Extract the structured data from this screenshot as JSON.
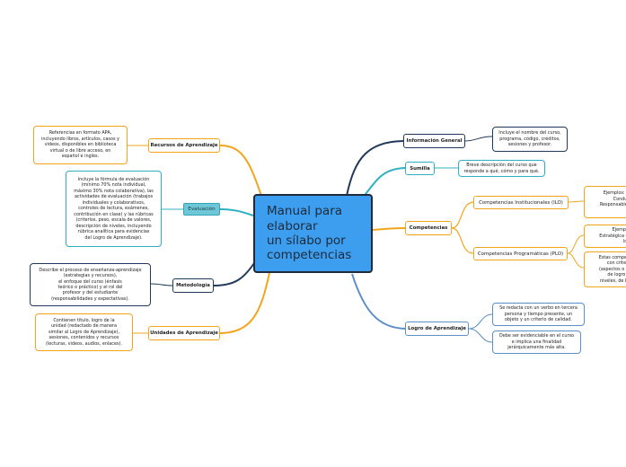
{
  "central": "Manual para\nelaborar\nun sílabo por\ncompetencias",
  "branches": {
    "info": {
      "label": "Información General",
      "detail": "Incluye el nombre del curso,\nprograma, código, créditos,\nsesiones y profesor."
    },
    "sumilla": {
      "label": "Sumilla",
      "detail": "Breve descripción del curso que\nresponde a qué, cómo y para qué."
    },
    "competencias": {
      "label": "Competencias",
      "sub1": "Competencias Institucionales (ILO)",
      "sub1_detail": "Ejemplos: Pen\nConducta\nResponsable, Li\np",
      "sub2": "Competencias Programáticas (PLO)",
      "sub2_detail1": "Ejemplo: I\nEstratégica Glol\nlos N",
      "sub2_detail2": "Estas competen\ncon criterios\n(aspectos o dim\nde logro (ge\nniveles, de bási"
    },
    "logro": {
      "label": "Logro de Aprendizaje",
      "detail1": "Se redacta con un verbo en tercera\npersona y tiempo presente, un\nobjeto y un criterio de calidad.",
      "detail2": "Debe ser evidenciable en el curso\ne implica una finalidad\njerárquicamente más alta."
    },
    "recursos": {
      "label": "Recursos de Aprendizaje",
      "detail": "Referencias en formato APA,\nincluyendo libros, artículos, casos y\nvideos, disponibles en biblioteca\nvirtual o de libre acceso, en\nespañol e inglés."
    },
    "evaluacion": {
      "label": "Evaluación",
      "detail": "Incluye la fórmula de evaluación\n(mínimo 70% nota individual,\nmáximo 30% nota colaborativa), las\nactividades de evaluación (trabajos\nindividuales y colaborativos,\ncontroles de lectura, exámenes,\ncontribución en clase) y las rúbricas\n(criterios, peso, escala de valores,\ndescripción de niveles, incluyendo\nrúbrica analítica para evidencias\ndel Logro de Aprendizaje)."
    },
    "metodologia": {
      "label": "Metodología",
      "detail": "Describe el proceso de enseñanza-aprendizaje\n(estrategias y recursos),\nel enfoque del curso (énfasis\nteórico o práctico) y el rol del\nprofesor y del estudiante\n(responsabilidades y expectativas)."
    },
    "unidades": {
      "label": "Unidades de Aprendizaje",
      "detail": "Contienen título, logro de la\nunidad (redactado de manera\nsimilar al Logro de Aprendizaje),\nsesiones, contenidos y recursos\n(lecturas, videos, audios, enlaces)."
    }
  },
  "colors": {
    "navy": "#1f3a5a",
    "teal": "#2fb0c2",
    "orange": "#f2a51c",
    "blue": "#3d9ef0",
    "mid_blue": "#5b8fc7"
  }
}
